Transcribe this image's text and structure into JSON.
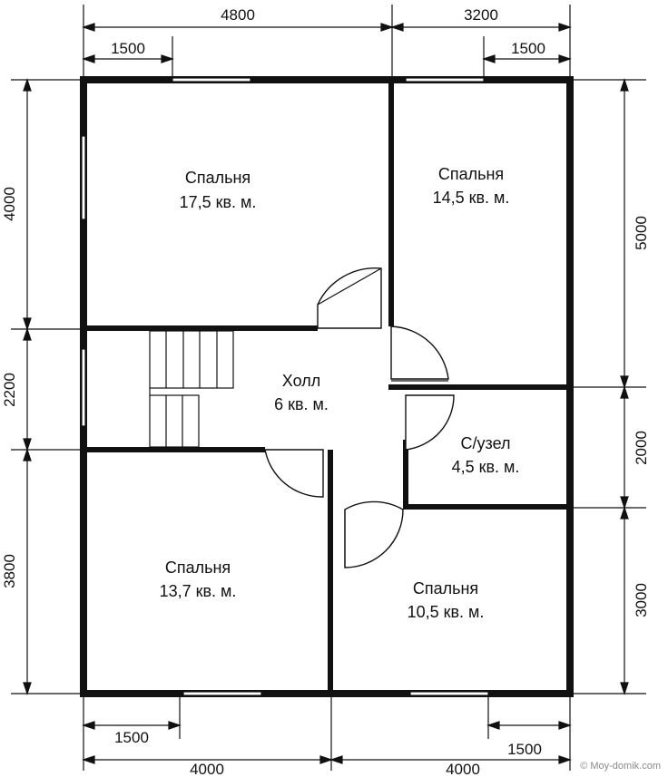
{
  "dimensions": {
    "top_total_left": "4800",
    "top_total_right": "3200",
    "top_window_left": "1500",
    "top_window_right": "1500",
    "left_upper": "4000",
    "left_middle": "2200",
    "left_lower": "3800",
    "right_upper": "5000",
    "right_middle": "2000",
    "right_lower": "3000",
    "bottom_window_left": "1500",
    "bottom_window_right": "1500",
    "bottom_total_left": "4000",
    "bottom_total_right": "4000"
  },
  "rooms": {
    "bedroom_nw": {
      "name": "Спальня",
      "area": "17,5 кв. м."
    },
    "bedroom_ne": {
      "name": "Спальня",
      "area": "14,5 кв. м."
    },
    "hall": {
      "name": "Холл",
      "area": "6 кв. м."
    },
    "bathroom": {
      "name": "С/узел",
      "area": "4,5 кв. м."
    },
    "bedroom_sw": {
      "name": "Спальня",
      "area": "13,7 кв. м."
    },
    "bedroom_se": {
      "name": "Спальня",
      "area": "10,5 кв. м."
    }
  },
  "watermark": "© Moy-domik.com",
  "colors": {
    "wall": "#111111",
    "background": "#ffffff"
  }
}
